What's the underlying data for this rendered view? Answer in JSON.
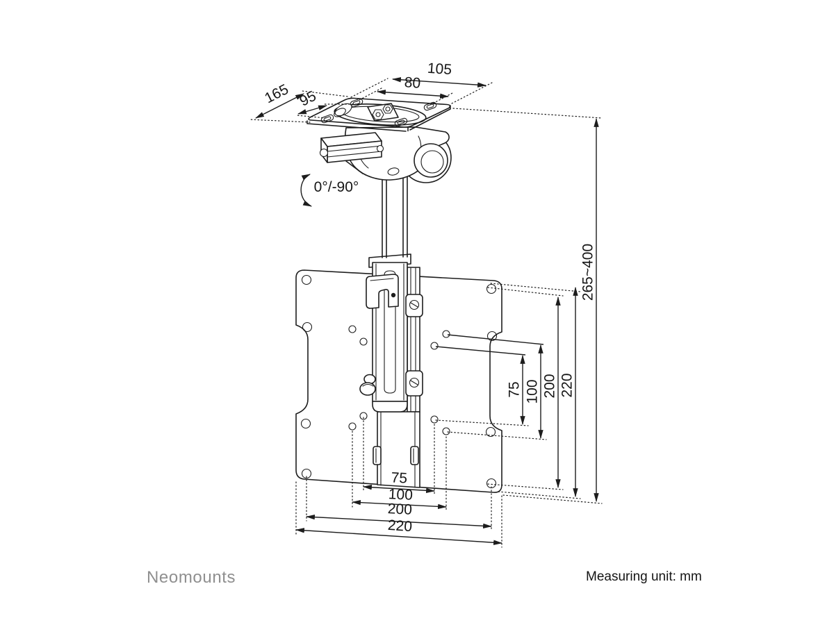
{
  "footer": {
    "brand": "Neomounts",
    "measuring_unit": "Measuring unit: mm"
  },
  "annotations": {
    "tilt_range": "0°/-90°"
  },
  "dimensions": {
    "ceiling_plate": {
      "width_outer": "105",
      "width_slots": "80",
      "depth_outer": "165",
      "depth_slots": "95"
    },
    "height_adjust": "265~400",
    "vesa_vertical": {
      "d75": "75",
      "d100": "100",
      "d200": "200",
      "d220": "220"
    },
    "vesa_horizontal": {
      "d75": "75",
      "d100": "100",
      "d200": "200",
      "d220": "220"
    }
  }
}
